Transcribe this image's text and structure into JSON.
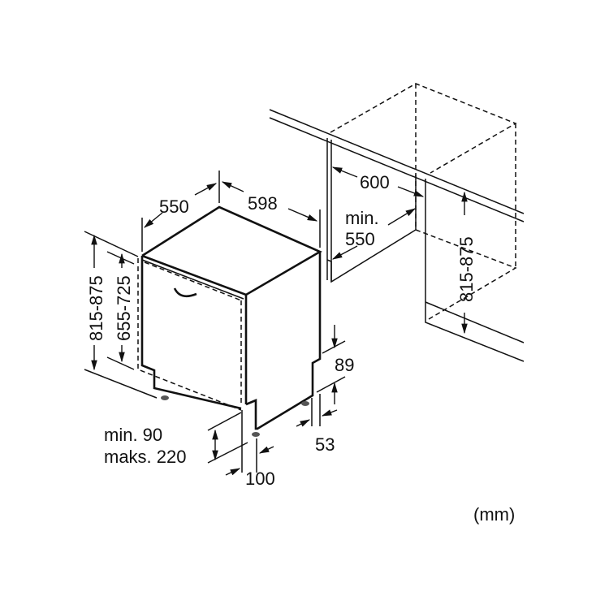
{
  "diagram": {
    "unit_label": "(mm)",
    "appliance": {
      "depth": "550",
      "width": "598",
      "total_height": "815-875",
      "door_height": "655-725",
      "plinth_height": "89",
      "side_offset": "53",
      "foot_gap_min": "min. 90",
      "foot_gap_max": "maks. 220",
      "foot_setback": "100"
    },
    "niche": {
      "width": "600",
      "depth_min_label": "min.",
      "depth_min_value": "550",
      "height": "815-875"
    }
  }
}
